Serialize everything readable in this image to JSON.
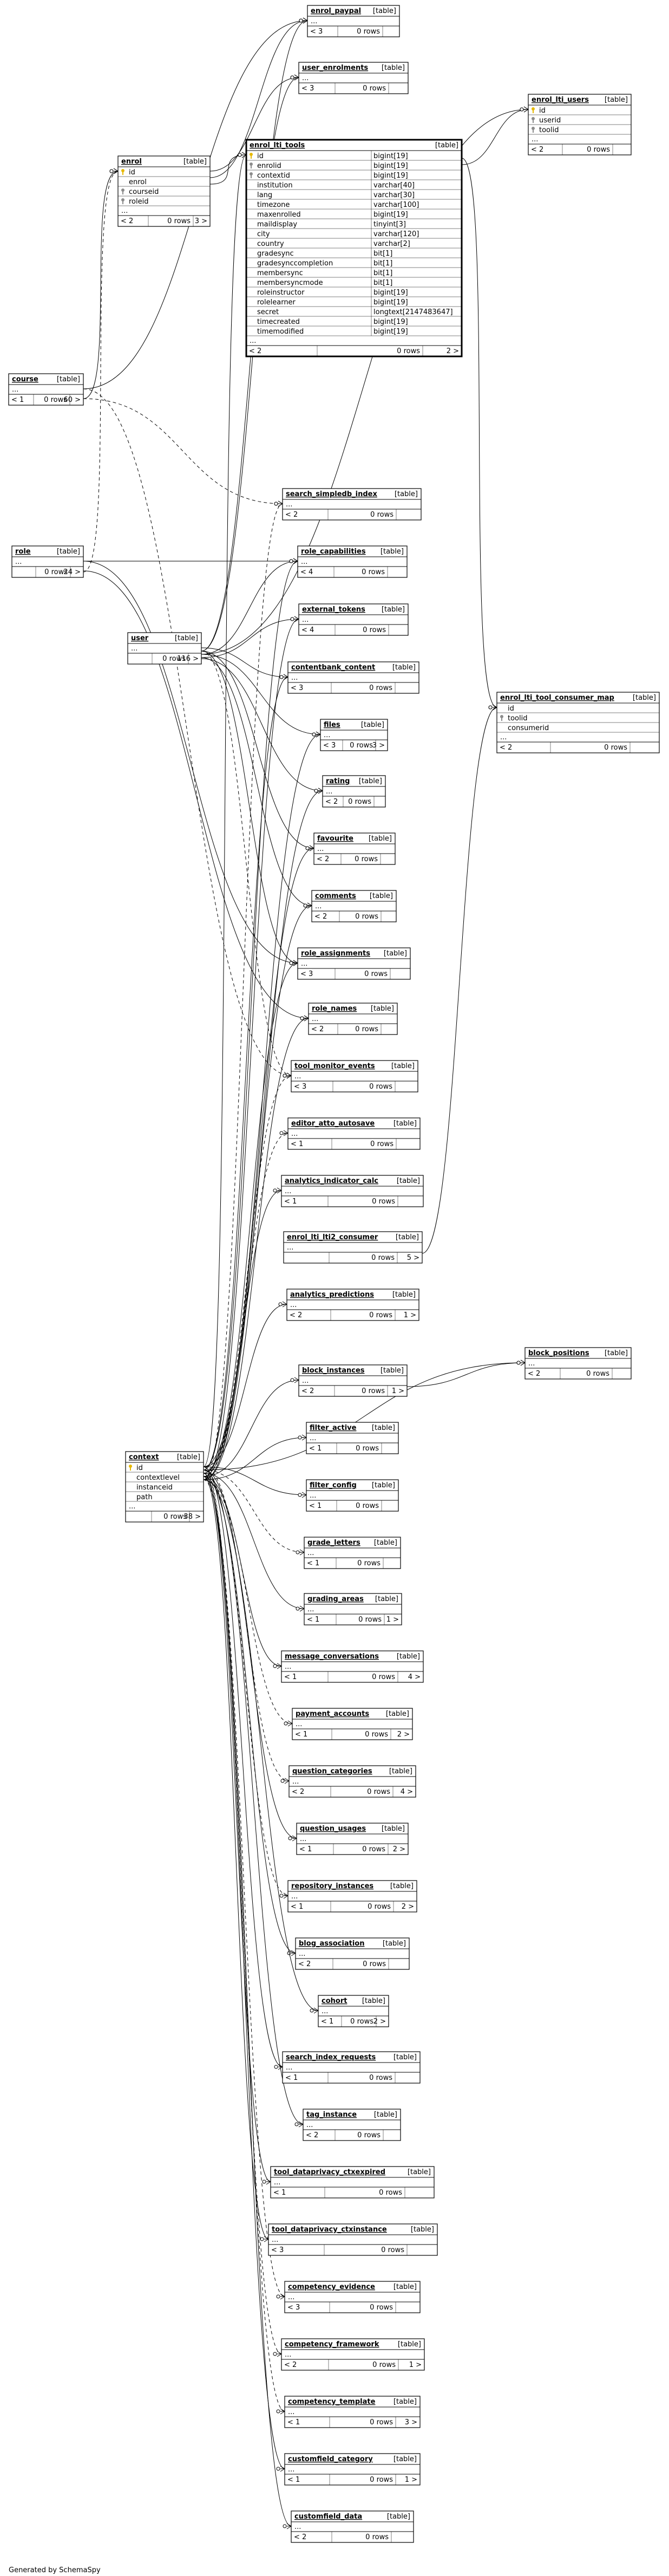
{
  "footer": "Generated by SchemaSpy",
  "colors": {
    "line": "#000000",
    "key_icon_pk": "#e6b800",
    "key_icon_fk": "#8c8c8c"
  },
  "tables": [
    {
      "id": "enrol_paypal",
      "name": "enrol_paypal",
      "type": "[table]",
      "cols": [],
      "parents": "< 3",
      "rows": "0 rows",
      "children": ""
    },
    {
      "id": "user_enrolments",
      "name": "user_enrolments",
      "type": "[table]",
      "cols": [],
      "parents": "< 3",
      "rows": "0 rows",
      "children": ""
    },
    {
      "id": "enrol_lti_users",
      "name": "enrol_lti_users",
      "type": "[table]",
      "cols": [
        {
          "name": "id",
          "key": "pk",
          "dtype": ""
        },
        {
          "name": "userid",
          "key": "fk",
          "dtype": ""
        },
        {
          "name": "toolid",
          "key": "fk",
          "dtype": ""
        }
      ],
      "parents": "< 2",
      "rows": "0 rows",
      "children": ""
    },
    {
      "id": "enrol",
      "name": "enrol",
      "type": "[table]",
      "cols": [
        {
          "name": "id",
          "key": "pk",
          "dtype": ""
        },
        {
          "name": "enrol",
          "key": "",
          "dtype": ""
        },
        {
          "name": "courseid",
          "key": "fk",
          "dtype": ""
        },
        {
          "name": "roleid",
          "key": "fk",
          "dtype": ""
        }
      ],
      "parents": "< 2",
      "rows": "0 rows",
      "children": "3 >"
    },
    {
      "id": "enrol_lti_tools",
      "name": "enrol_lti_tools",
      "type": "[table]",
      "cols": [
        {
          "name": "id",
          "key": "pk",
          "dtype": "bigint[19]"
        },
        {
          "name": "enrolid",
          "key": "fk",
          "dtype": "bigint[19]"
        },
        {
          "name": "contextid",
          "key": "fk",
          "dtype": "bigint[19]"
        },
        {
          "name": "institution",
          "key": "",
          "dtype": "varchar[40]"
        },
        {
          "name": "lang",
          "key": "",
          "dtype": "varchar[30]"
        },
        {
          "name": "timezone",
          "key": "",
          "dtype": "varchar[100]"
        },
        {
          "name": "maxenrolled",
          "key": "",
          "dtype": "bigint[19]"
        },
        {
          "name": "maildisplay",
          "key": "",
          "dtype": "tinyint[3]"
        },
        {
          "name": "city",
          "key": "",
          "dtype": "varchar[120]"
        },
        {
          "name": "country",
          "key": "",
          "dtype": "varchar[2]"
        },
        {
          "name": "gradesync",
          "key": "",
          "dtype": "bit[1]"
        },
        {
          "name": "gradesynccompletion",
          "key": "",
          "dtype": "bit[1]"
        },
        {
          "name": "membersync",
          "key": "",
          "dtype": "bit[1]"
        },
        {
          "name": "membersyncmode",
          "key": "",
          "dtype": "bit[1]"
        },
        {
          "name": "roleinstructor",
          "key": "",
          "dtype": "bigint[19]"
        },
        {
          "name": "rolelearner",
          "key": "",
          "dtype": "bigint[19]"
        },
        {
          "name": "secret",
          "key": "",
          "dtype": "longtext[2147483647]"
        },
        {
          "name": "timecreated",
          "key": "",
          "dtype": "bigint[19]"
        },
        {
          "name": "timemodified",
          "key": "",
          "dtype": "bigint[19]"
        }
      ],
      "parents": "< 2",
      "rows": "0 rows",
      "children": "2 >"
    },
    {
      "id": "course",
      "name": "course",
      "type": "[table]",
      "cols": [],
      "parents": "< 1",
      "rows": "0 rows",
      "children": "60 >"
    },
    {
      "id": "search_simpledb_index",
      "name": "search_simpledb_index",
      "type": "[table]",
      "cols": [],
      "parents": "< 2",
      "rows": "0 rows",
      "children": ""
    },
    {
      "id": "role",
      "name": "role",
      "type": "[table]",
      "cols": [],
      "parents": "",
      "rows": "0 rows",
      "children": "24 >"
    },
    {
      "id": "role_capabilities",
      "name": "role_capabilities",
      "type": "[table]",
      "cols": [],
      "parents": "< 4",
      "rows": "0 rows",
      "children": ""
    },
    {
      "id": "external_tokens",
      "name": "external_tokens",
      "type": "[table]",
      "cols": [],
      "parents": "< 4",
      "rows": "0 rows",
      "children": ""
    },
    {
      "id": "user",
      "name": "user",
      "type": "[table]",
      "cols": [],
      "parents": "",
      "rows": "0 rows",
      "children": "116 >"
    },
    {
      "id": "contentbank_content",
      "name": "contentbank_content",
      "type": "[table]",
      "cols": [],
      "parents": "< 3",
      "rows": "0 rows",
      "children": ""
    },
    {
      "id": "enrol_lti_tool_consumer_map",
      "name": "enrol_lti_tool_consumer_map",
      "type": "[table]",
      "cols": [
        {
          "name": "id",
          "key": "",
          "dtype": ""
        },
        {
          "name": "toolid",
          "key": "fk",
          "dtype": ""
        },
        {
          "name": "consumerid",
          "key": "",
          "dtype": ""
        }
      ],
      "parents": "< 2",
      "rows": "0 rows",
      "children": ""
    },
    {
      "id": "files",
      "name": "files",
      "type": "[table]",
      "cols": [],
      "parents": "< 3",
      "rows": "0 rows",
      "children": "3 >"
    },
    {
      "id": "rating",
      "name": "rating",
      "type": "[table]",
      "cols": [],
      "parents": "< 2",
      "rows": "0 rows",
      "children": ""
    },
    {
      "id": "favourite",
      "name": "favourite",
      "type": "[table]",
      "cols": [],
      "parents": "< 2",
      "rows": "0 rows",
      "children": ""
    },
    {
      "id": "comments",
      "name": "comments",
      "type": "[table]",
      "cols": [],
      "parents": "< 2",
      "rows": "0 rows",
      "children": ""
    },
    {
      "id": "role_assignments",
      "name": "role_assignments",
      "type": "[table]",
      "cols": [],
      "parents": "< 3",
      "rows": "0 rows",
      "children": ""
    },
    {
      "id": "role_names",
      "name": "role_names",
      "type": "[table]",
      "cols": [],
      "parents": "< 2",
      "rows": "0 rows",
      "children": ""
    },
    {
      "id": "tool_monitor_events",
      "name": "tool_monitor_events",
      "type": "[table]",
      "cols": [],
      "parents": "< 3",
      "rows": "0 rows",
      "children": ""
    },
    {
      "id": "editor_atto_autosave",
      "name": "editor_atto_autosave",
      "type": "[table]",
      "cols": [],
      "parents": "< 1",
      "rows": "0 rows",
      "children": ""
    },
    {
      "id": "analytics_indicator_calc",
      "name": "analytics_indicator_calc",
      "type": "[table]",
      "cols": [],
      "parents": "< 1",
      "rows": "0 rows",
      "children": ""
    },
    {
      "id": "enrol_lti_lti2_consumer",
      "name": "enrol_lti_lti2_consumer",
      "type": "[table]",
      "cols": [],
      "parents": "",
      "rows": "0 rows",
      "children": "5 >"
    },
    {
      "id": "analytics_predictions",
      "name": "analytics_predictions",
      "type": "[table]",
      "cols": [],
      "parents": "< 2",
      "rows": "0 rows",
      "children": "1 >"
    },
    {
      "id": "block_positions",
      "name": "block_positions",
      "type": "[table]",
      "cols": [],
      "parents": "< 2",
      "rows": "0 rows",
      "children": ""
    },
    {
      "id": "block_instances",
      "name": "block_instances",
      "type": "[table]",
      "cols": [],
      "parents": "< 2",
      "rows": "0 rows",
      "children": "1 >"
    },
    {
      "id": "context",
      "name": "context",
      "type": "[table]",
      "cols": [
        {
          "name": "id",
          "key": "pk",
          "dtype": ""
        },
        {
          "name": "contextlevel",
          "key": "",
          "dtype": ""
        },
        {
          "name": "instanceid",
          "key": "",
          "dtype": ""
        },
        {
          "name": "path",
          "key": "",
          "dtype": ""
        }
      ],
      "parents": "",
      "rows": "0 rows",
      "children": "38 >"
    },
    {
      "id": "filter_active",
      "name": "filter_active",
      "type": "[table]",
      "cols": [],
      "parents": "< 1",
      "rows": "0 rows",
      "children": ""
    },
    {
      "id": "filter_config",
      "name": "filter_config",
      "type": "[table]",
      "cols": [],
      "parents": "< 1",
      "rows": "0 rows",
      "children": ""
    },
    {
      "id": "grade_letters",
      "name": "grade_letters",
      "type": "[table]",
      "cols": [],
      "parents": "< 1",
      "rows": "0 rows",
      "children": ""
    },
    {
      "id": "grading_areas",
      "name": "grading_areas",
      "type": "[table]",
      "cols": [],
      "parents": "< 1",
      "rows": "0 rows",
      "children": "1 >"
    },
    {
      "id": "message_conversations",
      "name": "message_conversations",
      "type": "[table]",
      "cols": [],
      "parents": "< 1",
      "rows": "0 rows",
      "children": "4 >"
    },
    {
      "id": "payment_accounts",
      "name": "payment_accounts",
      "type": "[table]",
      "cols": [],
      "parents": "< 1",
      "rows": "0 rows",
      "children": "2 >"
    },
    {
      "id": "question_categories",
      "name": "question_categories",
      "type": "[table]",
      "cols": [],
      "parents": "< 2",
      "rows": "0 rows",
      "children": "4 >"
    },
    {
      "id": "question_usages",
      "name": "question_usages",
      "type": "[table]",
      "cols": [],
      "parents": "< 1",
      "rows": "0 rows",
      "children": "2 >"
    },
    {
      "id": "repository_instances",
      "name": "repository_instances",
      "type": "[table]",
      "cols": [],
      "parents": "< 1",
      "rows": "0 rows",
      "children": "2 >"
    },
    {
      "id": "blog_association",
      "name": "blog_association",
      "type": "[table]",
      "cols": [],
      "parents": "< 2",
      "rows": "0 rows",
      "children": ""
    },
    {
      "id": "cohort",
      "name": "cohort",
      "type": "[table]",
      "cols": [],
      "parents": "< 1",
      "rows": "0 rows",
      "children": "2 >"
    },
    {
      "id": "search_index_requests",
      "name": "search_index_requests",
      "type": "[table]",
      "cols": [],
      "parents": "< 1",
      "rows": "0 rows",
      "children": ""
    },
    {
      "id": "tag_instance",
      "name": "tag_instance",
      "type": "[table]",
      "cols": [],
      "parents": "< 2",
      "rows": "0 rows",
      "children": ""
    },
    {
      "id": "tool_dataprivacy_ctxexpired",
      "name": "tool_dataprivacy_ctxexpired",
      "type": "[table]",
      "cols": [],
      "parents": "< 1",
      "rows": "0 rows",
      "children": ""
    },
    {
      "id": "tool_dataprivacy_ctxinstance",
      "name": "tool_dataprivacy_ctxinstance",
      "type": "[table]",
      "cols": [],
      "parents": "< 3",
      "rows": "0 rows",
      "children": ""
    },
    {
      "id": "competency_evidence",
      "name": "competency_evidence",
      "type": "[table]",
      "cols": [],
      "parents": "< 3",
      "rows": "0 rows",
      "children": ""
    },
    {
      "id": "competency_framework",
      "name": "competency_framework",
      "type": "[table]",
      "cols": [],
      "parents": "< 2",
      "rows": "0 rows",
      "children": "1 >"
    },
    {
      "id": "competency_template",
      "name": "competency_template",
      "type": "[table]",
      "cols": [],
      "parents": "< 1",
      "rows": "0 rows",
      "children": "3 >"
    },
    {
      "id": "customfield_category",
      "name": "customfield_category",
      "type": "[table]",
      "cols": [],
      "parents": "< 1",
      "rows": "0 rows",
      "children": "1 >"
    },
    {
      "id": "customfield_data",
      "name": "customfield_data",
      "type": "[table]",
      "cols": [],
      "parents": "< 2",
      "rows": "0 rows",
      "children": ""
    }
  ],
  "relations": [
    {
      "from": "course",
      "to": "enrol_paypal",
      "dashed": false
    },
    {
      "from": "user",
      "to": "enrol_paypal",
      "dashed": false
    },
    {
      "from": "enrol",
      "to": "enrol_paypal",
      "dashed": false
    },
    {
      "from": "course",
      "to": "enrol",
      "dashed": false
    },
    {
      "from": "role",
      "to": "enrol",
      "dashed": true
    },
    {
      "from": "enrol",
      "to": "user_enrolments",
      "dashed": false
    },
    {
      "from": "user",
      "to": "user_enrolments",
      "dashed": false
    },
    {
      "from": "user",
      "to": "enrol_lti_users",
      "dashed": false
    },
    {
      "from": "enrol_lti_tools",
      "to": "enrol_lti_users",
      "dashed": false
    },
    {
      "from": "enrol",
      "to": "enrol_lti_tools",
      "dashed": false
    },
    {
      "from": "context",
      "to": "enrol_lti_tools",
      "dashed": false
    },
    {
      "from": "enrol_lti_tools",
      "to": "enrol_lti_tool_consumer_map",
      "dashed": false
    },
    {
      "from": "enrol_lti_lti2_consumer",
      "to": "enrol_lti_tool_consumer_map",
      "dashed": false
    },
    {
      "from": "course",
      "to": "search_simpledb_index",
      "dashed": true
    },
    {
      "from": "context",
      "to": "search_simpledb_index",
      "dashed": true
    },
    {
      "from": "role",
      "to": "role_capabilities",
      "dashed": false
    },
    {
      "from": "context",
      "to": "role_capabilities",
      "dashed": false
    },
    {
      "from": "user",
      "to": "role_capabilities",
      "dashed": false
    },
    {
      "from": "user",
      "to": "external_tokens",
      "dashed": false
    },
    {
      "from": "context",
      "to": "external_tokens",
      "dashed": false
    },
    {
      "from": "user",
      "to": "contentbank_content",
      "dashed": false
    },
    {
      "from": "context",
      "to": "contentbank_content",
      "dashed": false
    },
    {
      "from": "user",
      "to": "files",
      "dashed": false
    },
    {
      "from": "context",
      "to": "files",
      "dashed": false
    },
    {
      "from": "user",
      "to": "rating",
      "dashed": false
    },
    {
      "from": "context",
      "to": "rating",
      "dashed": false
    },
    {
      "from": "user",
      "to": "favourite",
      "dashed": false
    },
    {
      "from": "context",
      "to": "favourite",
      "dashed": false
    },
    {
      "from": "user",
      "to": "comments",
      "dashed": false
    },
    {
      "from": "context",
      "to": "comments",
      "dashed": false
    },
    {
      "from": "role",
      "to": "role_assignments",
      "dashed": false
    },
    {
      "from": "user",
      "to": "role_assignments",
      "dashed": false
    },
    {
      "from": "context",
      "to": "role_assignments",
      "dashed": false
    },
    {
      "from": "role",
      "to": "role_names",
      "dashed": false
    },
    {
      "from": "context",
      "to": "role_names",
      "dashed": false
    },
    {
      "from": "course",
      "to": "tool_monitor_events",
      "dashed": true
    },
    {
      "from": "user",
      "to": "tool_monitor_events",
      "dashed": true
    },
    {
      "from": "context",
      "to": "tool_monitor_events",
      "dashed": true
    },
    {
      "from": "context",
      "to": "editor_atto_autosave",
      "dashed": true
    },
    {
      "from": "context",
      "to": "analytics_indicator_calc",
      "dashed": false
    },
    {
      "from": "context",
      "to": "analytics_predictions",
      "dashed": false
    },
    {
      "from": "context",
      "to": "block_positions",
      "dashed": false
    },
    {
      "from": "block_instances",
      "to": "block_positions",
      "dashed": false
    },
    {
      "from": "context",
      "to": "block_instances",
      "dashed": false
    },
    {
      "from": "context",
      "to": "filter_active",
      "dashed": false
    },
    {
      "from": "context",
      "to": "filter_config",
      "dashed": false
    },
    {
      "from": "context",
      "to": "grade_letters",
      "dashed": true
    },
    {
      "from": "context",
      "to": "grading_areas",
      "dashed": false
    },
    {
      "from": "context",
      "to": "message_conversations",
      "dashed": false
    },
    {
      "from": "context",
      "to": "payment_accounts",
      "dashed": true
    },
    {
      "from": "context",
      "to": "question_categories",
      "dashed": true
    },
    {
      "from": "context",
      "to": "question_usages",
      "dashed": false
    },
    {
      "from": "context",
      "to": "repository_instances",
      "dashed": true
    },
    {
      "from": "context",
      "to": "blog_association",
      "dashed": false
    },
    {
      "from": "context",
      "to": "cohort",
      "dashed": false
    },
    {
      "from": "context",
      "to": "search_index_requests",
      "dashed": false
    },
    {
      "from": "context",
      "to": "tag_instance",
      "dashed": false
    },
    {
      "from": "context",
      "to": "tool_dataprivacy_ctxexpired",
      "dashed": false
    },
    {
      "from": "context",
      "to": "tool_dataprivacy_ctxinstance",
      "dashed": false
    },
    {
      "from": "context",
      "to": "competency_evidence",
      "dashed": true
    },
    {
      "from": "context",
      "to": "competency_framework",
      "dashed": true
    },
    {
      "from": "context",
      "to": "competency_template",
      "dashed": true
    },
    {
      "from": "context",
      "to": "customfield_category",
      "dashed": false
    },
    {
      "from": "context",
      "to": "customfield_data",
      "dashed": false
    }
  ]
}
